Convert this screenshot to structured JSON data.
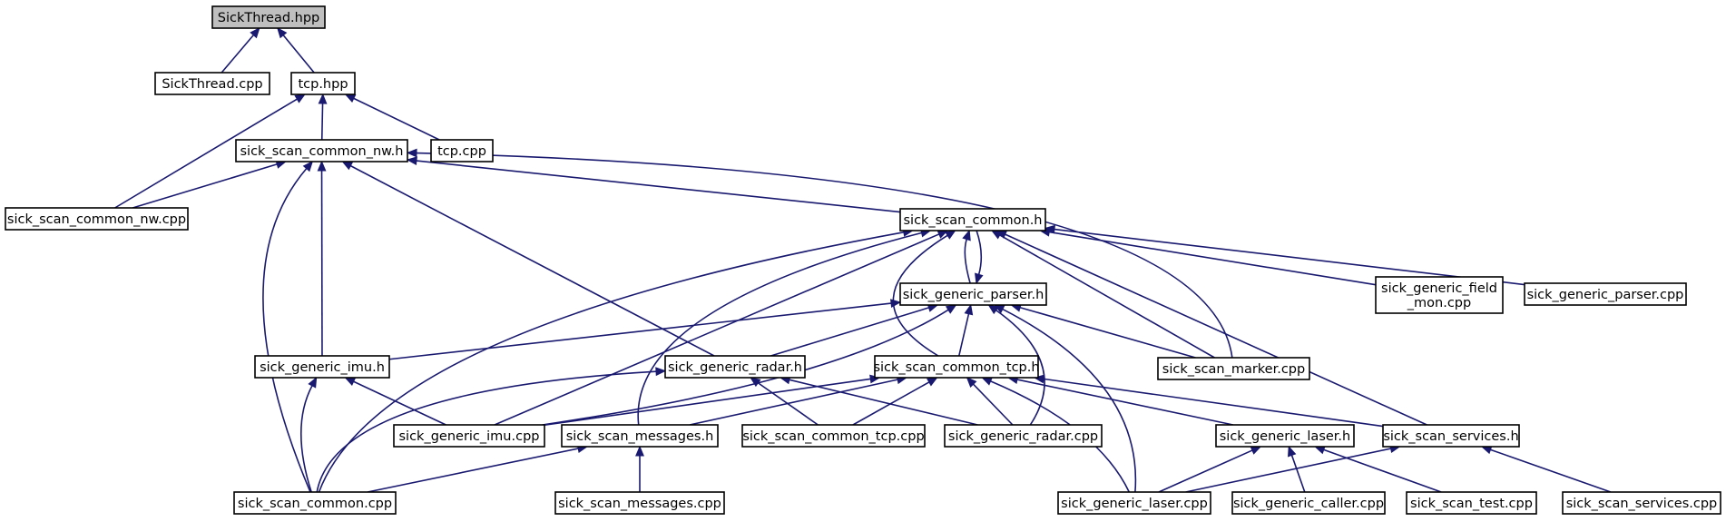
{
  "nodes": {
    "sickthread_hpp": [
      "SickThread.hpp"
    ],
    "sickthread_cpp": [
      "SickThread.cpp"
    ],
    "tcp_hpp": [
      "tcp.hpp"
    ],
    "tcp_cpp": [
      "tcp.cpp"
    ],
    "sick_scan_common_nw_h": [
      "sick_scan_common_nw.h"
    ],
    "sick_scan_common_nw_cpp": [
      "sick_scan_common_nw.cpp"
    ],
    "sick_scan_common_h": [
      "sick_scan_common.h"
    ],
    "sick_generic_parser_h": [
      "sick_generic_parser.h"
    ],
    "sick_generic_field_mon_cpp": [
      "sick_generic_field",
      "_mon.cpp"
    ],
    "sick_generic_parser_cpp": [
      "sick_generic_parser.cpp"
    ],
    "sick_generic_imu_h": [
      "sick_generic_imu.h"
    ],
    "sick_generic_radar_h": [
      "sick_generic_radar.h"
    ],
    "sick_scan_common_tcp_h": [
      "sick_scan_common_tcp.h"
    ],
    "sick_scan_marker_cpp": [
      "sick_scan_marker.cpp"
    ],
    "sick_generic_imu_cpp": [
      "sick_generic_imu.cpp"
    ],
    "sick_scan_messages_h": [
      "sick_scan_messages.h"
    ],
    "sick_scan_common_tcp_cpp": [
      "sick_scan_common_tcp.cpp"
    ],
    "sick_generic_radar_cpp": [
      "sick_generic_radar.cpp"
    ],
    "sick_generic_laser_h": [
      "sick_generic_laser.h"
    ],
    "sick_scan_services_h": [
      "sick_scan_services.h"
    ],
    "sick_scan_common_cpp": [
      "sick_scan_common.cpp"
    ],
    "sick_scan_messages_cpp": [
      "sick_scan_messages.cpp"
    ],
    "sick_generic_laser_cpp": [
      "sick_generic_laser.cpp"
    ],
    "sick_generic_caller_cpp": [
      "sick_generic_caller.cpp"
    ],
    "sick_scan_test_cpp": [
      "sick_scan_test.cpp"
    ],
    "sick_scan_services_cpp": [
      "sick_scan_services.cpp"
    ]
  },
  "colors": {
    "edge": "#191970",
    "root_fill": "#bfbfbf",
    "node_fill": "#ffffff",
    "node_stroke": "#000000"
  }
}
